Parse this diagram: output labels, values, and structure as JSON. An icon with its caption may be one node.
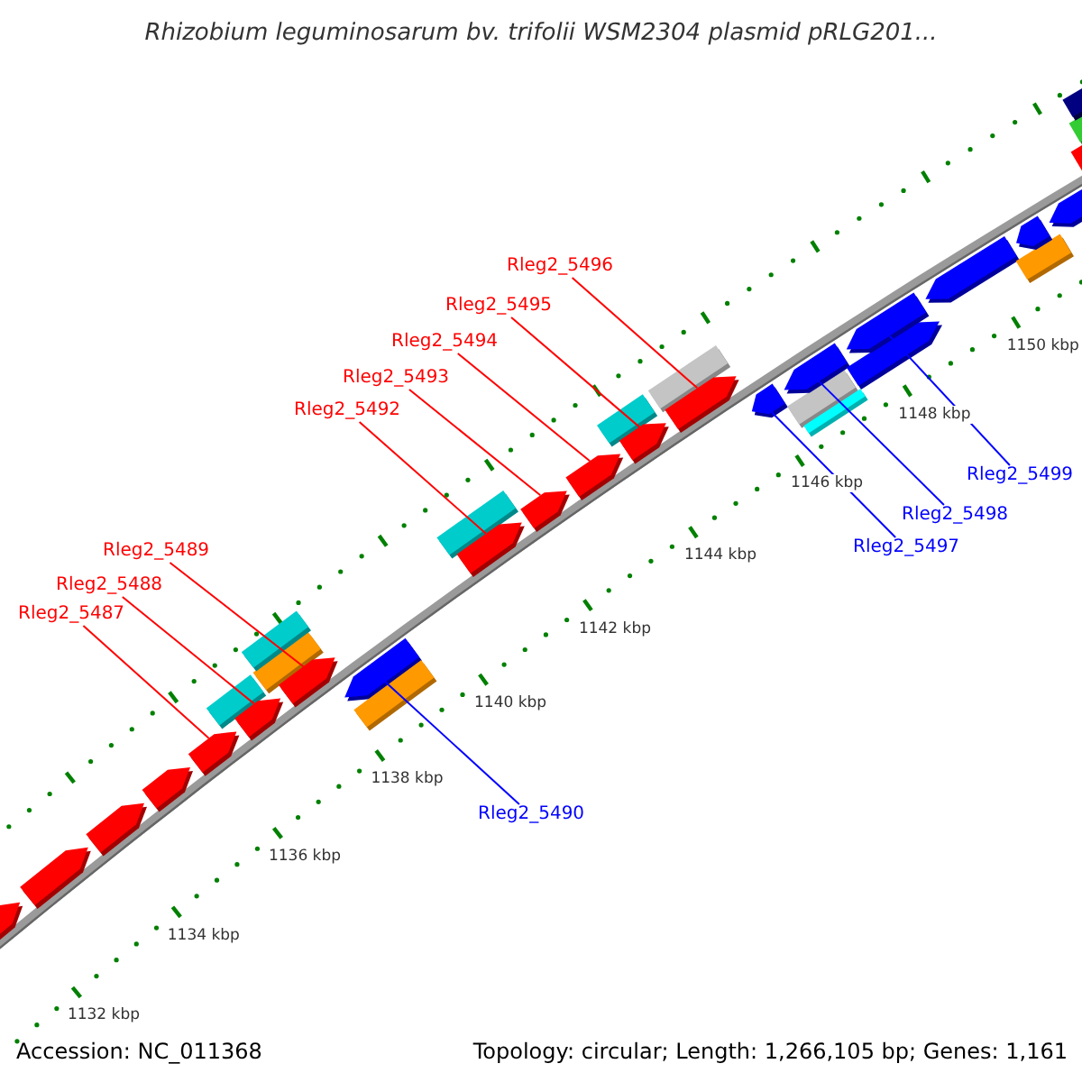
{
  "diagram": {
    "title": "Rhizobium leguminosarum bv. trifolii WSM2304 plasmid pRLG201...",
    "nodes": [
      {
        "text": [
          "Rleg2_5487"
        ]
      },
      {
        "text": [
          "Rleg2_5488"
        ]
      },
      {
        "text": [
          "Rleg2_5489"
        ]
      },
      {
        "text": [
          "Rleg2_5490"
        ]
      },
      {
        "text": [
          "Rleg2_5492"
        ]
      },
      {
        "text": [
          "Rleg2_5493"
        ]
      },
      {
        "text": [
          "Rleg2_5494"
        ]
      },
      {
        "text": [
          "Rleg2_5495"
        ]
      },
      {
        "text": [
          "Rleg2_5496"
        ]
      },
      {
        "text": [
          "Rleg2_5497"
        ]
      },
      {
        "text": [
          "Rleg2_5498"
        ]
      },
      {
        "text": [
          "Rleg2_5499"
        ]
      },
      {
        "text": [],
        "shape": "arrow"
      },
      {
        "text": [],
        "shape": "arrow"
      },
      {
        "text": [],
        "shape": "arrow"
      },
      {
        "text": [],
        "shape": "arrow"
      },
      {
        "text": [],
        "shape": "arrow"
      },
      {
        "text": [],
        "shape": "box"
      },
      {
        "text": [],
        "shape": "arrow"
      },
      {
        "text": [],
        "shape": "box"
      },
      {
        "text": [],
        "shape": "box"
      },
      {
        "text": [],
        "shape": "arrow"
      },
      {
        "text": [],
        "shape": "arrow"
      },
      {
        "text": [],
        "shape": "box"
      },
      {
        "text": [],
        "shape": "box"
      },
      {
        "text": [],
        "shape": "arrow"
      },
      {
        "text": [],
        "shape": "arrow"
      },
      {
        "text": [],
        "shape": "arrow"
      },
      {
        "text": [],
        "shape": "box"
      },
      {
        "text": [],
        "shape": "arrow"
      },
      {
        "text": [],
        "shape": "box"
      },
      {
        "text": [],
        "shape": "arrow"
      },
      {
        "text": [],
        "shape": "arrow"
      },
      {
        "text": [],
        "shape": "box"
      },
      {
        "text": [],
        "shape": "box"
      },
      {
        "text": [],
        "shape": "arrow"
      },
      {
        "text": [],
        "shape": "arrow"
      },
      {
        "text": [],
        "shape": "arrow"
      },
      {
        "text": [],
        "shape": "arrow"
      },
      {
        "text": [],
        "shape": "box"
      },
      {
        "text": [],
        "shape": "arrow"
      },
      {
        "text": [],
        "shape": "arrow"
      },
      {
        "text": [],
        "shape": "box"
      },
      {
        "text": [],
        "shape": "box"
      },
      {
        "text": [],
        "shape": "box"
      }
    ],
    "edges": [
      {
        "from": 0,
        "to": 16,
        "arrow": "none"
      },
      {
        "from": 1,
        "to": 18,
        "arrow": "none"
      },
      {
        "from": 2,
        "to": 21,
        "arrow": "none"
      },
      {
        "from": 3,
        "to": 22,
        "arrow": "none",
        "color": "#0000ff"
      },
      {
        "from": 4,
        "to": 25,
        "arrow": "none"
      },
      {
        "from": 5,
        "to": 26,
        "arrow": "none"
      },
      {
        "from": 6,
        "to": 27,
        "arrow": "none"
      },
      {
        "from": 7,
        "to": 29,
        "arrow": "none"
      },
      {
        "from": 8,
        "to": 31,
        "arrow": "none"
      },
      {
        "from": 9,
        "to": 32,
        "arrow": "none",
        "color": "#0000ff"
      },
      {
        "from": 10,
        "to": 35,
        "arrow": "none",
        "color": "#0000ff"
      },
      {
        "from": 11,
        "to": 37,
        "arrow": "none",
        "color": "#0000ff"
      }
    ],
    "labels": [
      "1132 kbp",
      "1134 kbp",
      "1136 kbp",
      "1138 kbp",
      "1140 kbp",
      "1142 kbp",
      "1144 kbp",
      "1146 kbp",
      "1148 kbp",
      "1150 kbp",
      "Accession: NC_011368",
      "Topology: circular; Length: 1,266,105 bp; Genes: 1,161"
    ]
  }
}
